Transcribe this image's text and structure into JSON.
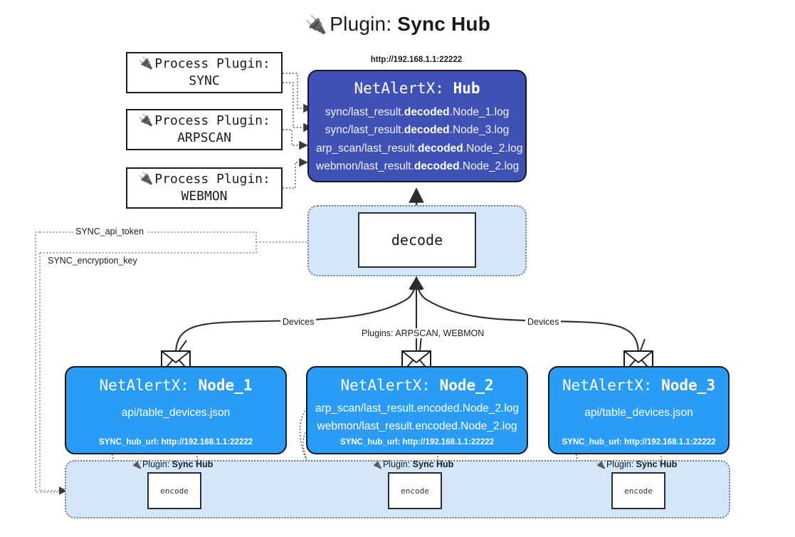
{
  "title": {
    "icon": "plug-icon",
    "prefix": "Plugin:",
    "name": "Sync Hub"
  },
  "process_plugins": [
    {
      "icon": "plug-icon",
      "caption": "Process Plugin:",
      "name": "SYNC"
    },
    {
      "icon": "plug-icon",
      "caption": "Process Plugin:",
      "name": "ARPSCAN"
    },
    {
      "icon": "plug-icon",
      "caption": "Process Plugin:",
      "name": "WEBMON"
    }
  ],
  "hub": {
    "url": "http://192.168.1.1:22222",
    "title_prefix": "NetAlertX:",
    "title_name": "Hub",
    "logs": [
      {
        "pre": "sync/last_result.",
        "mid": "decoded",
        "post": ".Node_1.log"
      },
      {
        "pre": "sync/last_result.",
        "mid": "decoded",
        "post": ".Node_3.log"
      },
      {
        "pre": "arp_scan/last_result.",
        "mid": "decoded",
        "post": ".Node_2.log"
      },
      {
        "pre": "webmon/last_result.",
        "mid": "decoded",
        "post": ".Node_2.log"
      }
    ]
  },
  "decode": {
    "label": "decode"
  },
  "secrets": [
    {
      "label": "SYNC_api_token"
    },
    {
      "label": "SYNC_encryption_key"
    }
  ],
  "edge_labels": {
    "devices_left": "Devices",
    "devices_right": "Devices",
    "plugins_center": "Plugins: ARPSCAN, WEBMON"
  },
  "nodes": [
    {
      "title_prefix": "NetAlertX:",
      "title_name": "Node_1",
      "lines": [
        "api/table_devices.json"
      ],
      "foot": "SYNC_hub_url: http://192.168.1.1:22222",
      "envelope_icon": "envelope-icon"
    },
    {
      "title_prefix": "NetAlertX:",
      "title_name": "Node_2",
      "lines": [
        "arp_scan/last_result.encoded.Node_2.log",
        "webmon/last_result.encoded.Node_2.log"
      ],
      "foot": "SYNC_hub_url: http://192.168.1.1:22222",
      "envelope_icon": "envelope-icon"
    },
    {
      "title_prefix": "NetAlertX:",
      "title_name": "Node_3",
      "lines": [
        "api/table_devices.json"
      ],
      "foot": "SYNC_hub_url: http://192.168.1.1:22222",
      "envelope_icon": "envelope-icon"
    }
  ],
  "encoders": [
    {
      "caption_prefix": "Plugin:",
      "caption_name": "Sync Hub",
      "label": "encode",
      "icon": "plug-icon"
    },
    {
      "caption_prefix": "Plugin:",
      "caption_name": "Sync Hub",
      "label": "encode",
      "icon": "plug-icon"
    },
    {
      "caption_prefix": "Plugin:",
      "caption_name": "Sync Hub",
      "label": "encode",
      "icon": "plug-icon"
    }
  ],
  "colors": {
    "hub": "#4051b5",
    "node": "#2b9cf5",
    "container": "#d4e7f8",
    "stroke": "#17171c"
  }
}
